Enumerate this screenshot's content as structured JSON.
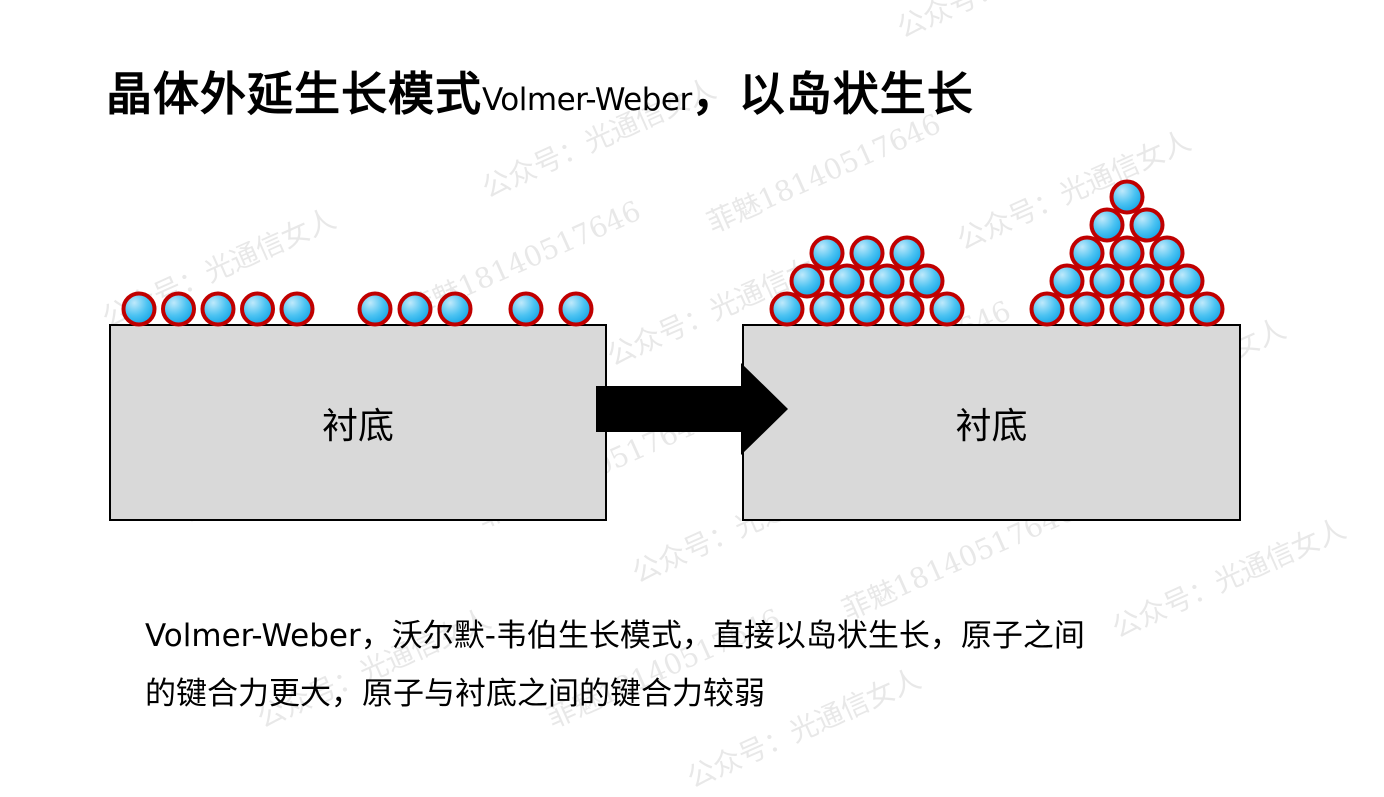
{
  "title": {
    "part1": "晶体外延生长模式",
    "part2": "Volmer-Weber",
    "part3": "，以岛状生长"
  },
  "diagram": {
    "left_substrate_label": "衬底",
    "right_substrate_label": "衬底",
    "atom_fill_color": "#29b6f0",
    "atom_stroke_color": "#c00000",
    "substrate_color": "#d9d9d9",
    "arrow_icon": "right-arrow-icon",
    "left_atom_groups": [
      5,
      3,
      2
    ],
    "right_island_rows_small": [
      5,
      4,
      3
    ],
    "right_island_rows_large": [
      5,
      4,
      3,
      2,
      1
    ]
  },
  "description": {
    "line1": "Volmer-Weber，沃尔默-韦伯生长模式，直接以岛状生长，原子之间",
    "line2": "的键合力更大，原子与衬底之间的键合力较弱"
  },
  "watermarks": [
    "公众号：光通信女人",
    "菲魅18140517646"
  ]
}
